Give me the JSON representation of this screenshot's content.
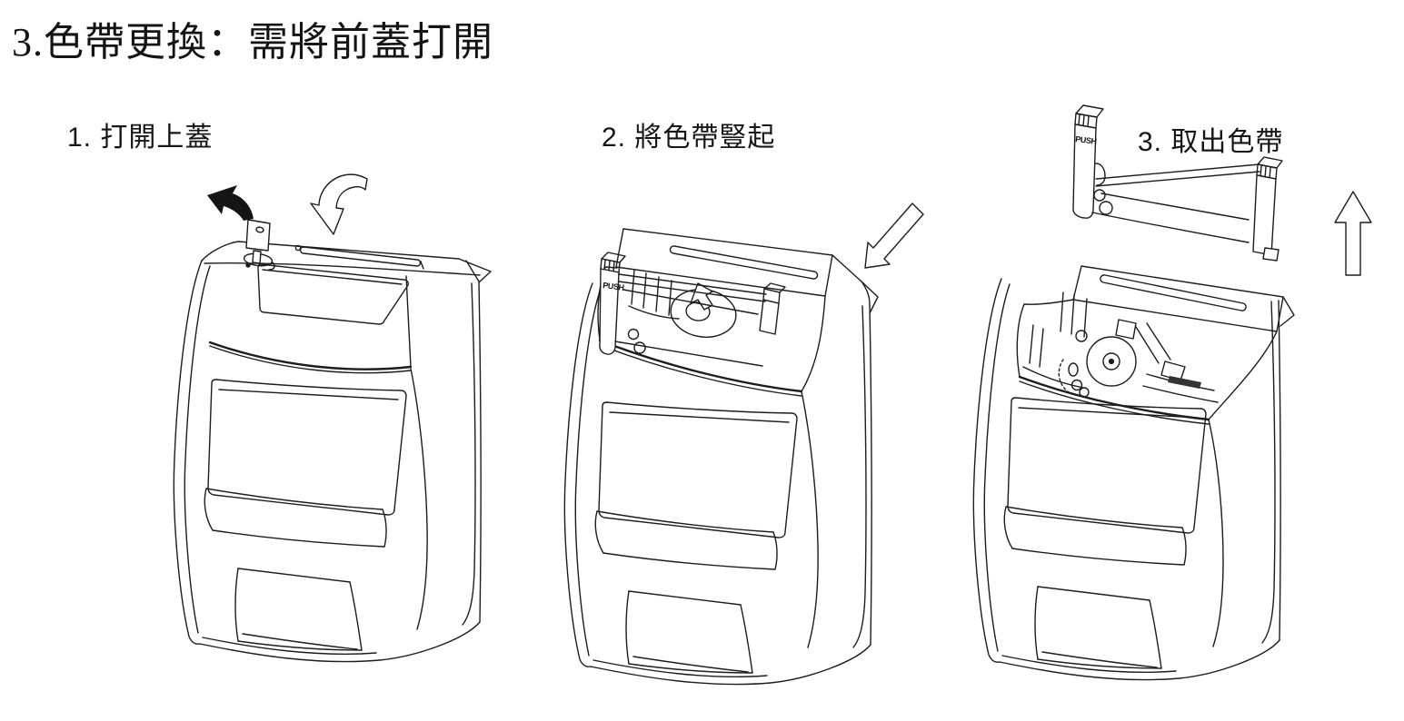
{
  "page": {
    "title": "3.色帶更換：需將前蓋打開"
  },
  "steps": [
    {
      "label": "1. 打開上蓋"
    },
    {
      "label": "2. 將色帶豎起"
    },
    {
      "label": "3. 取出色帶"
    }
  ],
  "labels": {
    "push": "PUSH"
  },
  "colors": {
    "line": "#1d1d1d",
    "arrow_fill": "#151515",
    "background": "#ffffff"
  }
}
